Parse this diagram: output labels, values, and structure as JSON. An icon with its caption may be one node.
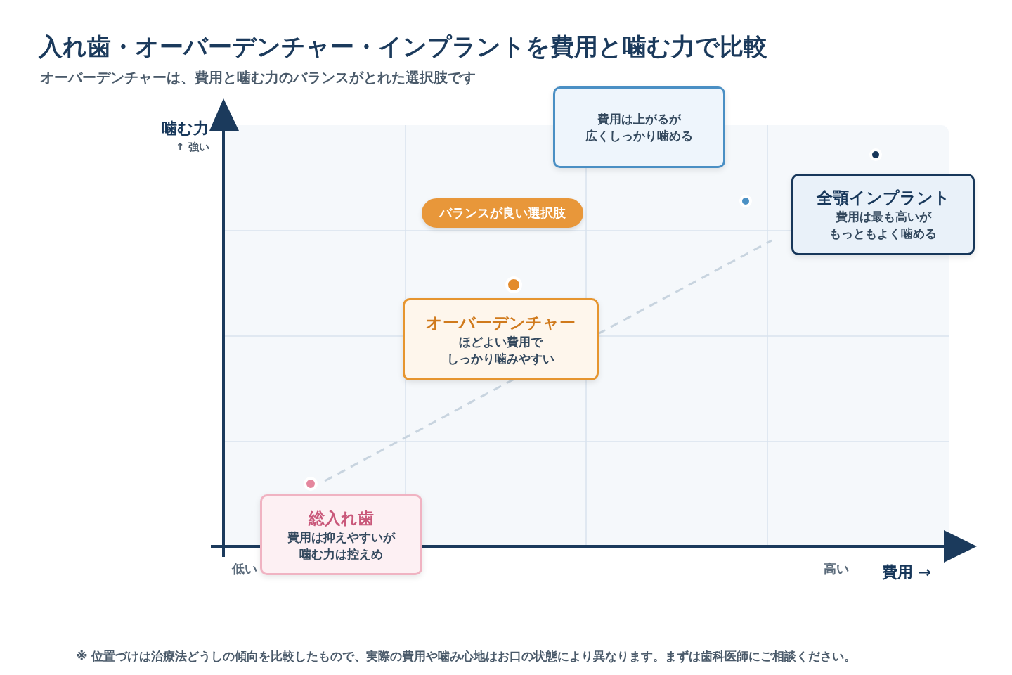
{
  "diagram": {
    "title": "入れ歯・オーバーデンチャー・インプラントを費用と噛む力で比較",
    "nodes": [
      {
        "text": [
          "総入れ歯",
          "費用は抑えやすいが噛む力は控えめ"
        ]
      },
      {
        "text": [
          "オーバーデンチャー",
          "ほどよい費用でしっかり噛みやすい"
        ]
      },
      {
        "text": [
          "費用は上がるが広くしっかり噛める"
        ]
      },
      {
        "text": [
          "全顎インプラント",
          "費用は最も高いがもっともよく噛める"
        ]
      },
      {
        "text": [
          "バランスが良い選択肢"
        ]
      }
    ],
    "labels": [
      "オーバーデンチャーは、費用と噛む力のバランスがとれた選択肢です",
      "噛む力",
      "↑ 強い",
      "低い",
      "高い",
      "費用 →"
    ],
    "caption": "※ 位置づけは治療法どうしの傾向を比較したもので、実際の費用や噛み心地はお口の状態により異なります。まずは歯科医師にご相談ください。"
  }
}
